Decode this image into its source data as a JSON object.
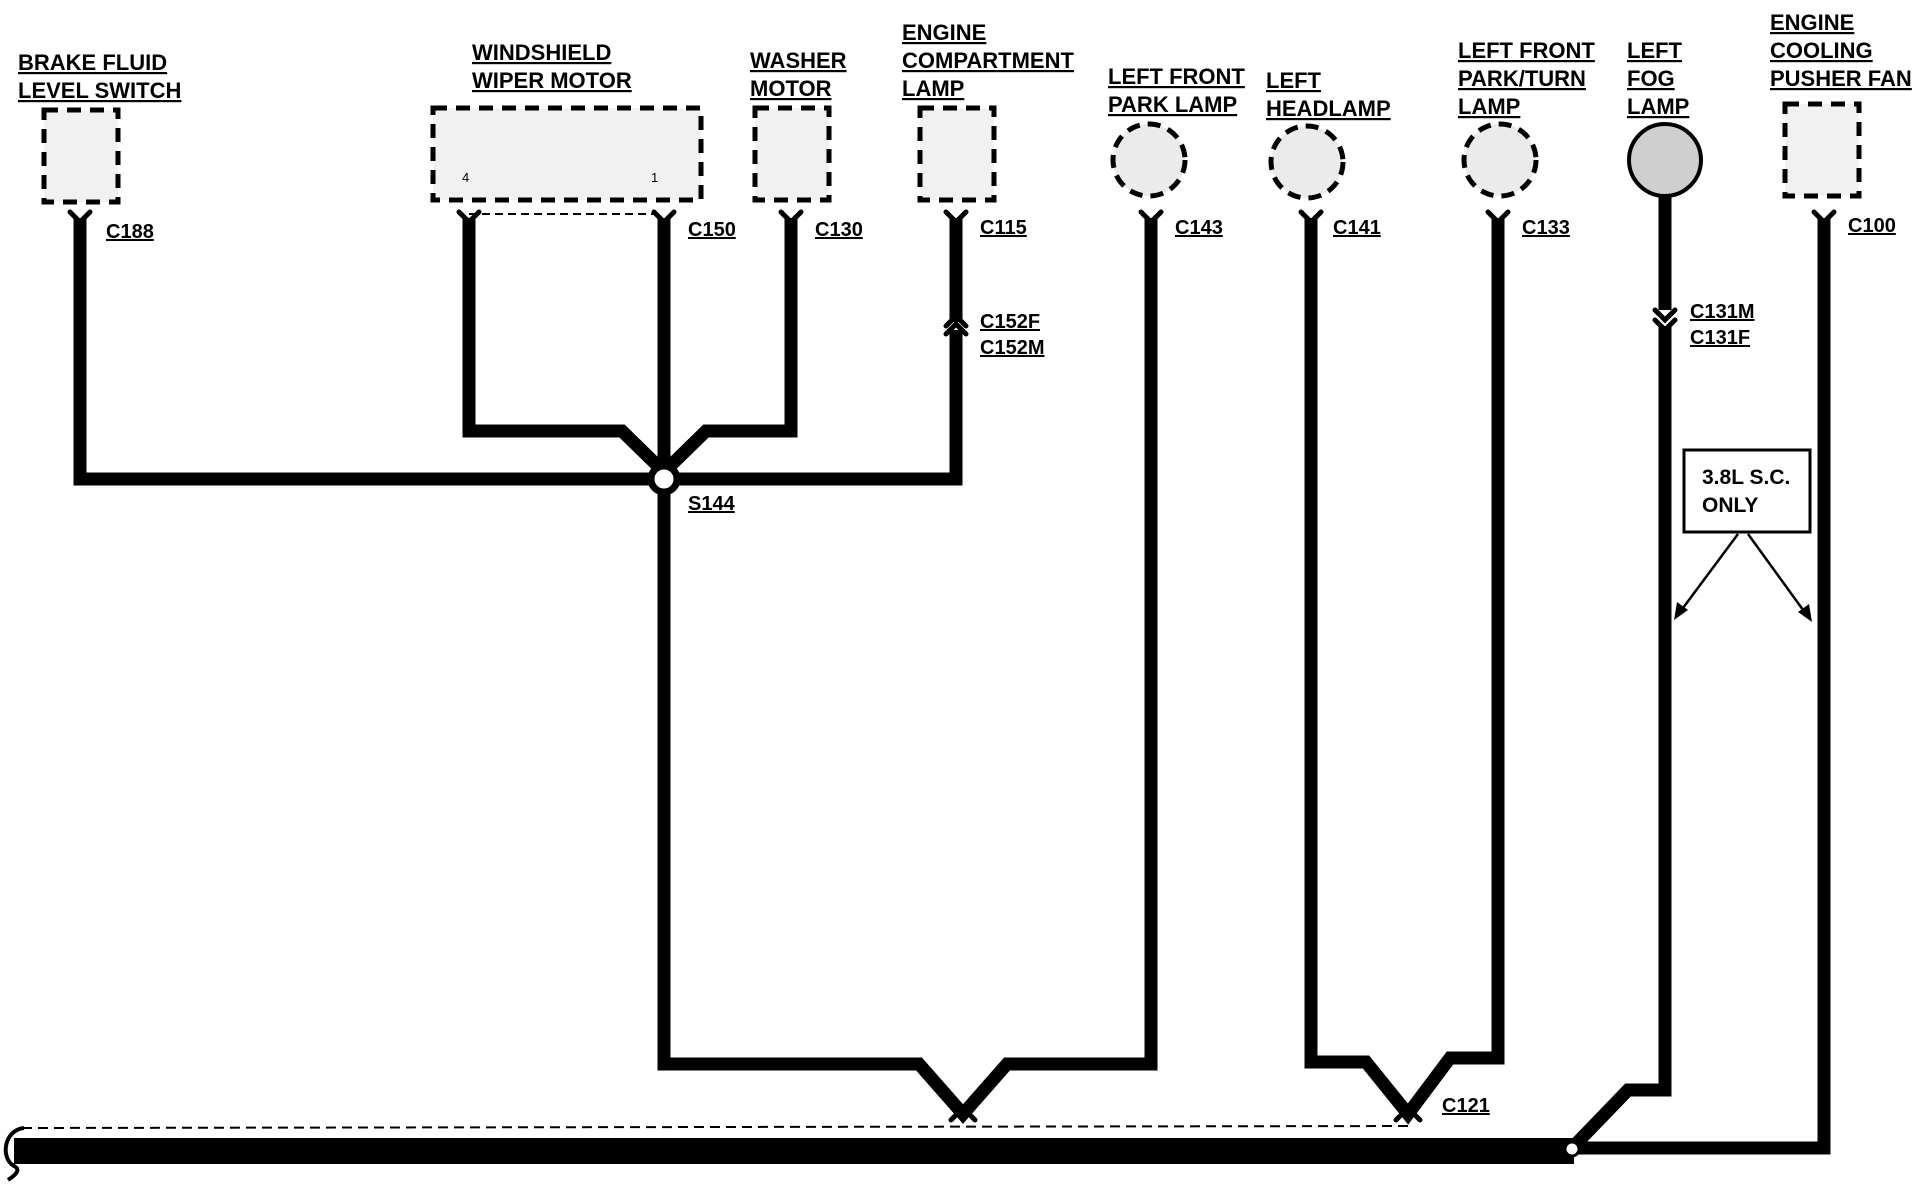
{
  "components": {
    "brake_fluid": [
      "BRAKE FLUID",
      "LEVEL SWITCH"
    ],
    "wiper_motor": [
      "WINDSHIELD",
      "WIPER MOTOR"
    ],
    "wiper_pin_a": "4",
    "wiper_pin_b": "1",
    "washer_motor": [
      "WASHER",
      "MOTOR"
    ],
    "engine_comp_lamp": [
      "ENGINE",
      "COMPARTMENT",
      "LAMP"
    ],
    "lf_park_lamp": [
      "LEFT FRONT",
      "PARK LAMP"
    ],
    "left_headlamp": [
      "LEFT",
      "HEADLAMP"
    ],
    "lf_park_turn_lamp": [
      "LEFT FRONT",
      "PARK/TURN",
      "LAMP"
    ],
    "left_fog_lamp": [
      "LEFT",
      "FOG",
      "LAMP"
    ],
    "pusher_fan": [
      "ENGINE",
      "COOLING",
      "PUSHER FAN"
    ]
  },
  "connectors": {
    "c188": "C188",
    "c150": "C150",
    "c130": "C130",
    "c115": "C115",
    "c152f": "C152F",
    "c152m": "C152M",
    "c143": "C143",
    "c141": "C141",
    "c133": "C133",
    "c131m": "C131M",
    "c131f": "C131F",
    "c100": "C100",
    "c121": "C121",
    "s144": "S144"
  },
  "note": [
    "3.8L S.C.",
    "ONLY"
  ],
  "colors": {
    "wire": "#000000",
    "background": "#ffffff",
    "component_fill": "#eeeeee"
  }
}
